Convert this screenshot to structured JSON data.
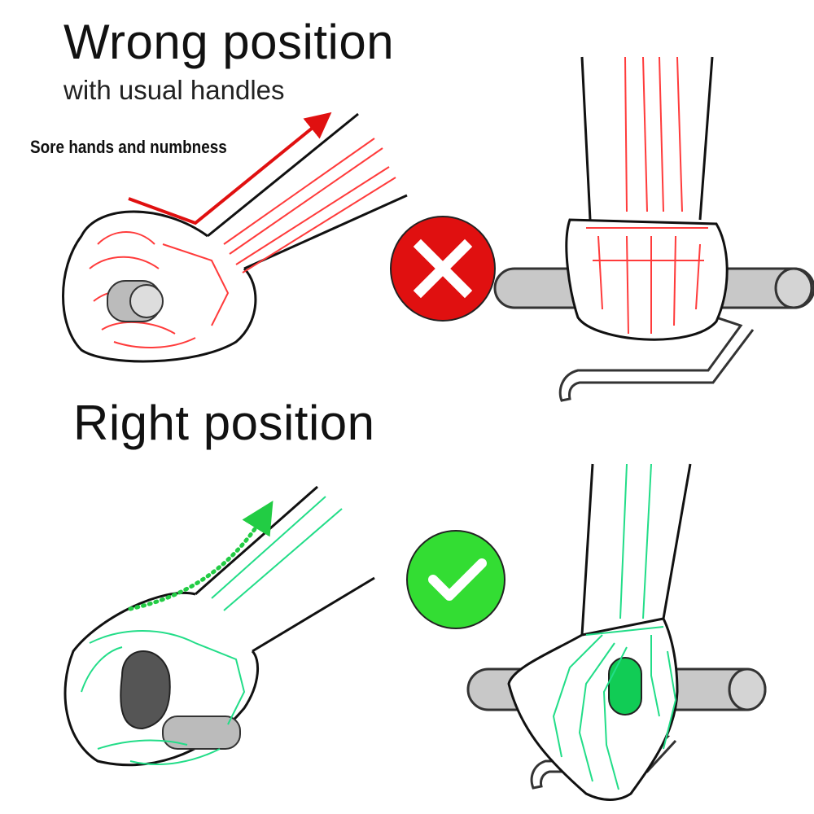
{
  "wrong": {
    "title": "Wrong position",
    "subtitle": "with usual handles",
    "note": "Sore hands and numbness",
    "mark_color": "#e01010",
    "bone_color": "#ff3b3b"
  },
  "right": {
    "title": "Right position",
    "mark_color": "#33dd33",
    "bone_color": "#22dd88"
  }
}
